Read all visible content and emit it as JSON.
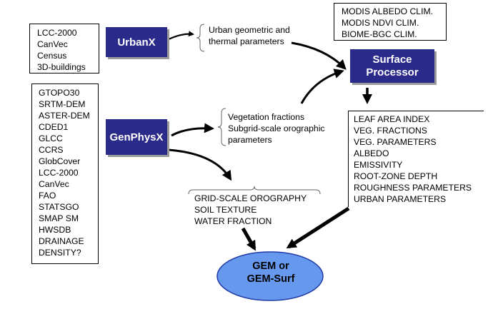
{
  "urban_sources": [
    "LCC-2000",
    "CanVec",
    "Census",
    "3D-buildings"
  ],
  "geo_sources": [
    "GTOPO30",
    "SRTM-DEM",
    "ASTER-DEM",
    "CDED1",
    "GLCC",
    "CCRS",
    "GlobCover",
    "LCC-2000",
    "CanVec",
    "FAO",
    "STATSGO",
    "SMAP SM",
    "HWSDB",
    "DRAINAGE",
    "DENSITY?"
  ],
  "climatology_sources": [
    "MODIS ALBEDO CLIM.",
    "MODIS NDVI CLIM.",
    "BIOME-BGC CLIM."
  ],
  "urbanx_label": "UrbanX",
  "genphysx_label": "GenPhysX",
  "surface_processor_label": [
    "Surface",
    "Processor"
  ],
  "urban_params": [
    "Urban geometric and",
    "thermal parameters"
  ],
  "veg_params": [
    "Vegetation fractions",
    "Subgrid-scale orographic",
    "parameters"
  ],
  "grid_params": [
    "GRID-SCALE OROGRAPHY",
    "SOIL TEXTURE",
    "WATER FRACTION"
  ],
  "surface_outputs": [
    "LEAF AREA INDEX",
    "VEG. FRACTIONS",
    "VEG. PARAMETERS",
    "ALBEDO",
    "EMISSIVITY",
    "ROOT-ZONE DEPTH",
    "ROUGHNESS PARAMETERS",
    "URBAN PARAMETERS"
  ],
  "gem_label": [
    "GEM or",
    "GEM-Surf"
  ],
  "colors": {
    "blue_box": "#2a2a8a",
    "ellipse_fill": "#6699ee",
    "ellipse_stroke": "#1f3aa8"
  }
}
